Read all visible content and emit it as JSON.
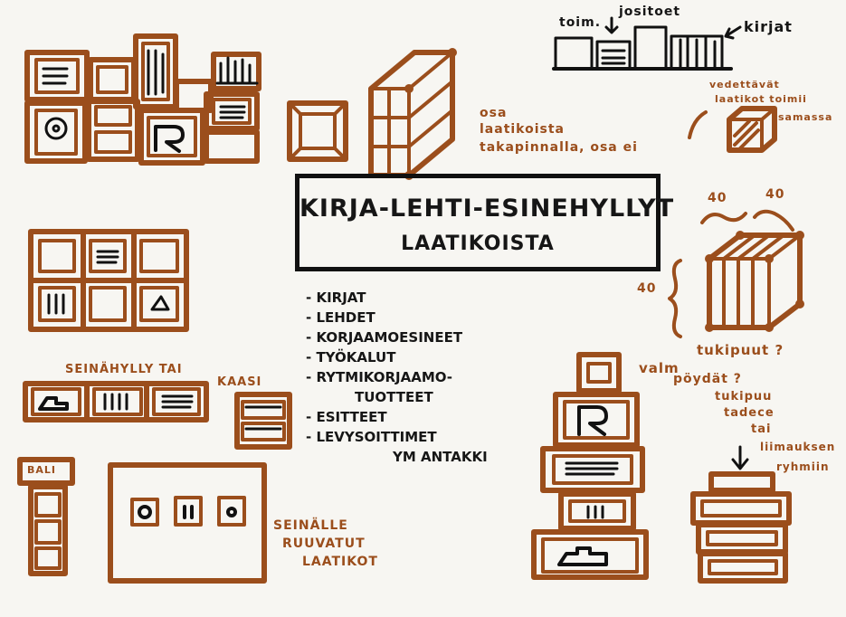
{
  "title": {
    "line1": "KIRJA-LEHTI-ESINEHYLLYT",
    "line2": "LAATIKOISTA"
  },
  "items": [
    "- KIRJAT",
    "- LEHDET",
    "- KORJAAMOESINEET",
    "- TYÖKALUT",
    "- RYTMIKORJAAMO-",
    "TUOTTEET",
    "- ESITTEET",
    "- LEVYSOITTIMET",
    "YM ANTAKKI"
  ],
  "notes": {
    "toim": "toim.",
    "jositoet": "jositoet",
    "kirjat": "kirjat",
    "osa_line1": "osa",
    "osa_line2": "laatikoista",
    "osa_line3": "takapinnalla, osa ei",
    "vedettava_line1": "vedettävät",
    "vedettava_line2": "laatikot toimii",
    "vedettava_line3": "samassa",
    "dim_top_left": "40",
    "dim_top_right": "40",
    "dim_side": "40",
    "tukipuut": "tukipuut ?",
    "valmiit_line1": "valm",
    "valmiit_line2": "pöydät ?",
    "tuki_line1": "tukipuu",
    "tuki_line2": "tadece",
    "tuki_line3": "tai",
    "tuki_line4": "liimauksen",
    "tuki_line5": "ryhmiin",
    "seinahylly_line1": "SEINÄHYLLY TAI",
    "seinahylly_line2": "KAASI",
    "seinalle_line1": "SEINÄLLE",
    "seinalle_line2": "RUUVATUT",
    "seinalle_line3": "LAATIKOT",
    "box_label": "BALI"
  },
  "colors": {
    "marker_brown": "#9b4e1c",
    "marker_black": "#161616",
    "paper": "#f7f6f2"
  }
}
